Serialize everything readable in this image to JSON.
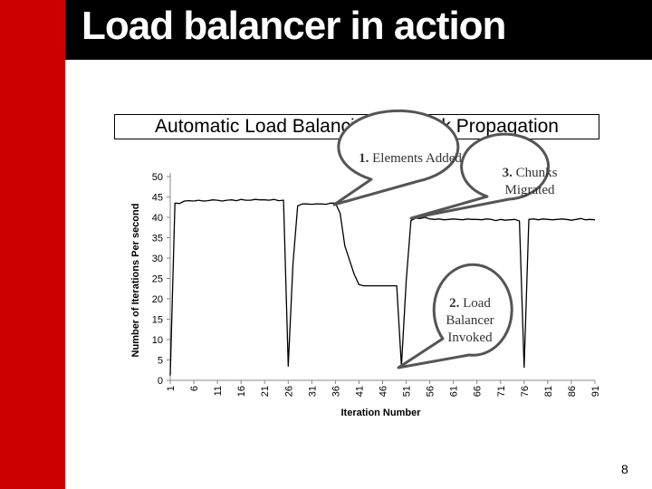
{
  "slide": {
    "title": "Load balancer in action",
    "page_number": "8"
  },
  "callouts": [
    {
      "num": "1.",
      "text": "Elements Added"
    },
    {
      "num": "3.",
      "text": "Chunks Migrated"
    },
    {
      "num": "2.",
      "text": "Load Balancer Invoked"
    }
  ],
  "colors": {
    "accent_red": "#cc0000",
    "header": "#000000",
    "series_line": "#000000",
    "callout_border": "#555555"
  },
  "chart_data": {
    "type": "line",
    "title": "Automatic Load Balancing in Crack Propagation",
    "xlabel": "Iteration Number",
    "ylabel": "Number of Iterations Per second",
    "xlim": [
      1,
      91
    ],
    "ylim": [
      0,
      50
    ],
    "x_ticks": [
      1,
      6,
      11,
      16,
      21,
      26,
      31,
      36,
      41,
      46,
      51,
      56,
      61,
      66,
      71,
      76,
      81,
      86,
      91
    ],
    "y_ticks": [
      0,
      5,
      10,
      15,
      20,
      25,
      30,
      35,
      40,
      45,
      50
    ],
    "grid": false,
    "legend": "none",
    "series": [
      {
        "x": [
          1,
          2,
          3,
          4,
          5,
          6,
          7,
          8,
          9,
          10,
          11,
          12,
          13,
          14,
          15,
          16,
          17,
          18,
          19,
          20,
          21,
          22,
          23,
          24,
          25,
          26,
          27,
          28,
          29,
          30,
          31,
          32,
          33,
          34,
          35,
          36,
          37,
          38,
          39,
          40,
          41,
          42,
          43,
          44,
          45,
          46,
          47,
          48,
          49,
          50,
          51,
          52,
          53,
          54,
          55,
          56,
          57,
          58,
          59,
          60,
          61,
          62,
          63,
          64,
          65,
          66,
          67,
          68,
          69,
          70,
          71,
          72,
          73,
          74,
          75,
          76,
          77,
          78,
          79,
          80,
          81,
          82,
          83,
          84,
          85,
          86,
          87,
          88,
          89,
          90,
          91
        ],
        "y": [
          1.2,
          43.5,
          43.4,
          44.0,
          44.1,
          44.0,
          44.2,
          44.0,
          44.1,
          44.3,
          44.2,
          44.0,
          44.2,
          44.3,
          44.1,
          44.4,
          44.2,
          44.2,
          44.4,
          44.3,
          44.3,
          44.2,
          44.4,
          44.1,
          44.2,
          3.5,
          28.5,
          42.8,
          43.3,
          43.3,
          43.2,
          43.3,
          43.3,
          43.2,
          43.5,
          43.5,
          41.0,
          33.0,
          29.5,
          26.0,
          23.5,
          23.2,
          23.2,
          23.2,
          23.2,
          23.2,
          23.2,
          23.2,
          23.2,
          3.5,
          24.5,
          39.2,
          39.8,
          39.7,
          40.0,
          39.6,
          39.5,
          39.6,
          39.4,
          39.5,
          39.6,
          39.5,
          39.4,
          39.6,
          39.5,
          39.5,
          39.4,
          39.6,
          39.5,
          39.2,
          39.5,
          39.3,
          39.4,
          39.5,
          39.1,
          3.2,
          39.5,
          39.6,
          39.4,
          39.6,
          39.5,
          39.4,
          39.5,
          39.6,
          39.5,
          39.3,
          39.5,
          39.7,
          39.4,
          39.5,
          39.4
        ]
      }
    ]
  }
}
